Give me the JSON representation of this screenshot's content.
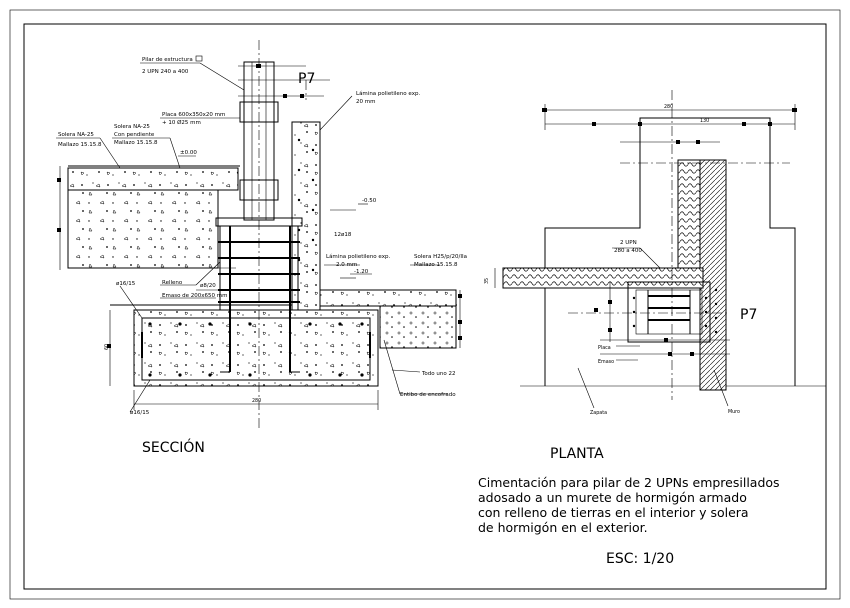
{
  "section": {
    "title": "SECCIÓN",
    "pillar_tag": "P7",
    "labels": {
      "pilar_estructura": "Pilar de estructura",
      "upn": "2 UPN 240 a 400",
      "lamina_top": "Lámina polietileno exp.",
      "lamina_top_2": "20 mm",
      "placa": "Placa 600x350x20 mm",
      "placa_2": "+ 10 Ø25 mm",
      "solera_na25_left": "Solera NA-25",
      "mallazo_left": "Mallazo 15.15.8",
      "solera_na25_mid": "Solera NA-25",
      "con_pendiente": "Con pendiente",
      "mallazo_mid": "Mallazo 15.15.8",
      "level_000": "±0.00",
      "level_050": "-0.50",
      "bar_12": "12ø18",
      "lamina_mid": "Lámina polietileno exp.",
      "lamina_mid_2": "2.0 mm",
      "level_120": "-1.20",
      "solera_right": "Solera H25/p/20/IIa",
      "mallazo_right": "Mallazo 15.15.8",
      "relleno": "Relleno",
      "bar_8": "ø8/20",
      "emaso": "Emaso de 200x650 mm",
      "bar_16_top": "ø16/15",
      "bar_16_bottom": "ø16/15",
      "todo_uno": "Todo uno 22",
      "encofrado": "Entibo de encofrado",
      "dim_vertical": "60",
      "dim_bottom": "280"
    }
  },
  "plan": {
    "title": "PLANTA",
    "pillar_tag": "P7",
    "labels": {
      "dim_total": "280",
      "dim_part": "130",
      "upn": "2 UPN",
      "upn_2": "280 a 400",
      "placa": "Placa",
      "emaso": "Emaso",
      "zapata": "Zapata",
      "muro": "Muro",
      "dim_side": "35"
    }
  },
  "description": [
    "Cimentación para pilar de 2 UPNs empresillados",
    "adosado a un murete de hormigón armado",
    "con relleno de tierras en el interior y solera",
    "de hormigón en el exterior."
  ],
  "scale": "ESC: 1/20"
}
